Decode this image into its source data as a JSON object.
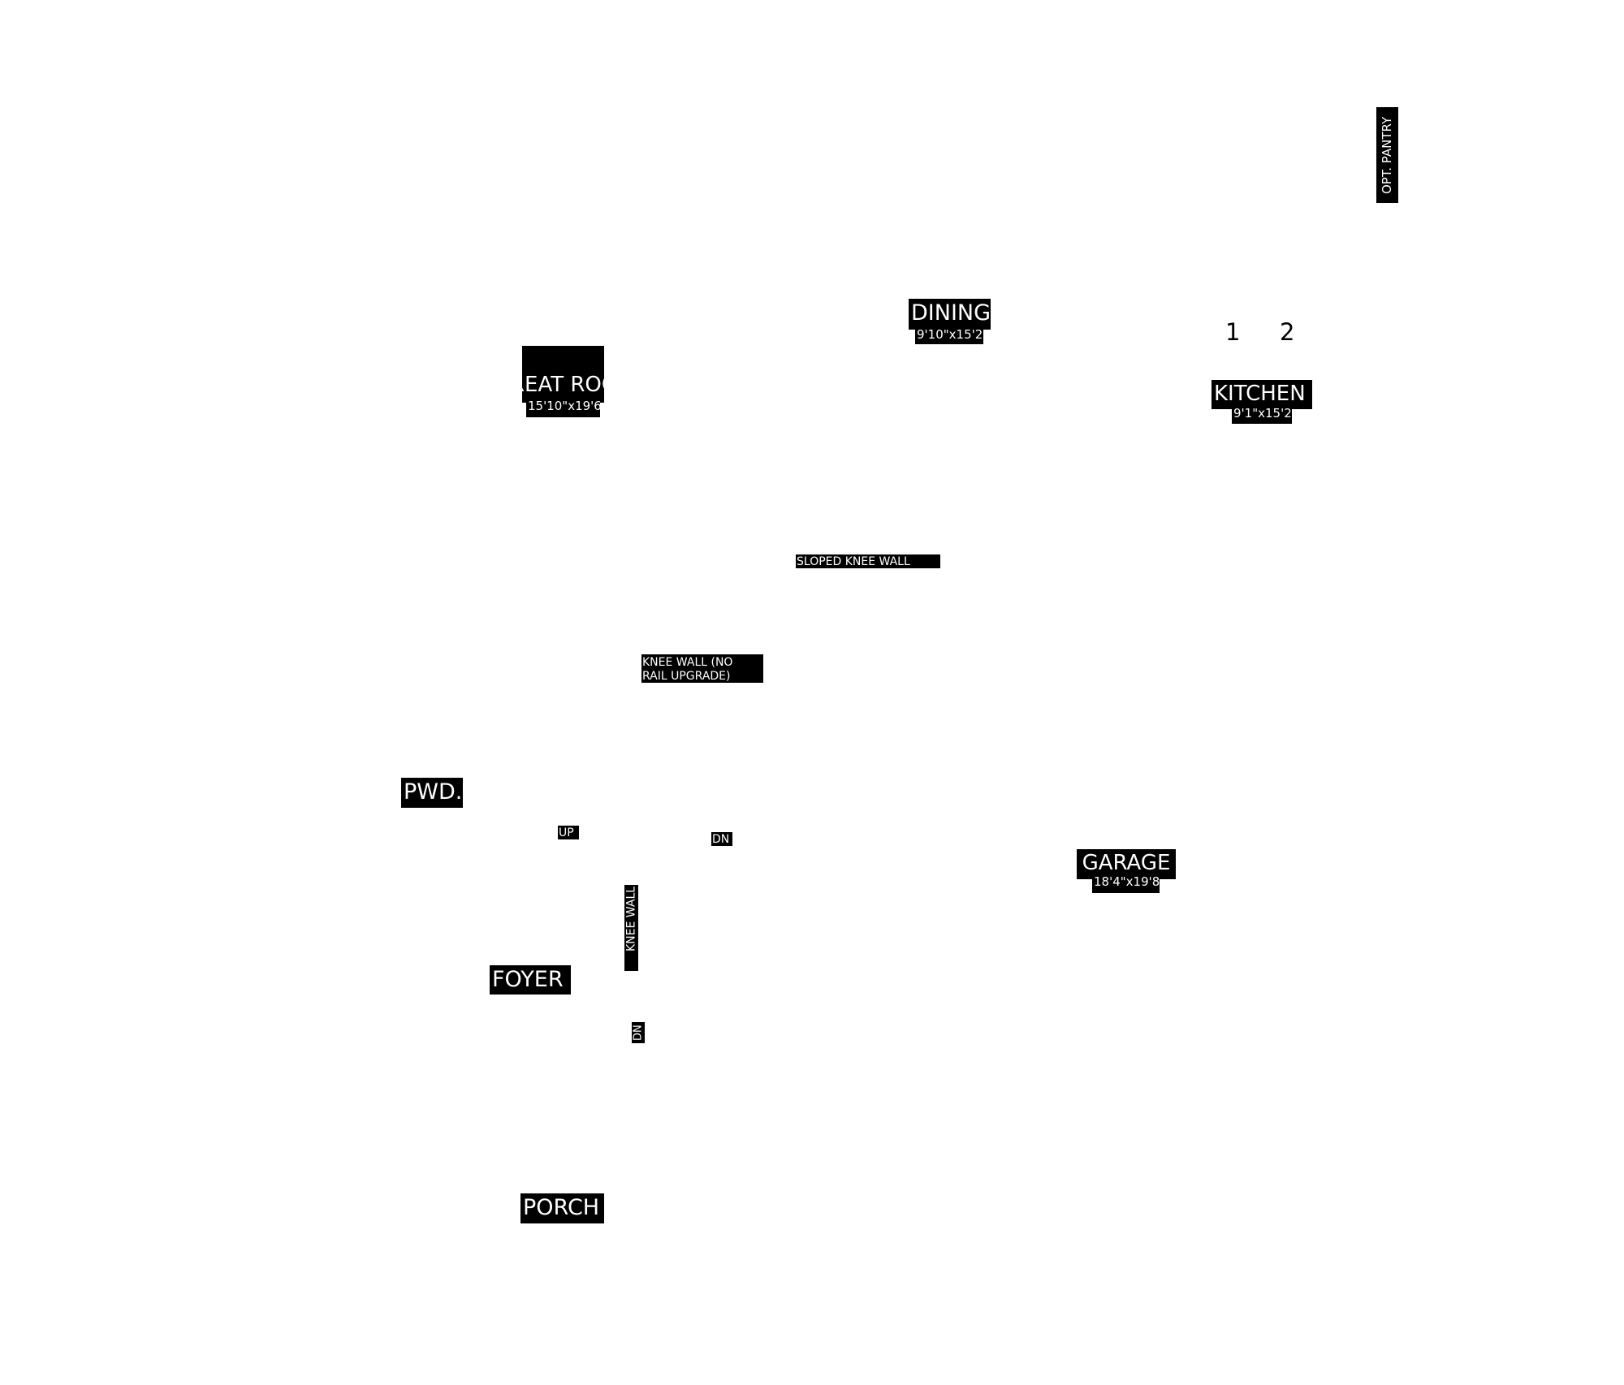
{
  "rooms": {
    "great_room": {
      "name": "REAT ROC",
      "dim": "15'10\"x19'6\""
    },
    "dining": {
      "name": "DINING",
      "dim": "9'10\"x15'2\""
    },
    "kitchen": {
      "name": "KITCHEN",
      "dim": "9'1\"x15'2\""
    },
    "garage": {
      "name": "GARAGE",
      "dim": "18'4\"x19'8\""
    },
    "powder": {
      "name": "PWD."
    },
    "foyer": {
      "name": "FOYER"
    },
    "porch": {
      "name": "PORCH"
    }
  },
  "notes": {
    "opt_pantry": "OPT. PANTRY",
    "sloped_knee_wall": "SLOPED KNEE WALL",
    "knee_wall_line1": "KNEE WALL (NO",
    "knee_wall_line2": "RAIL UPGRADE)",
    "stair_up": "UP",
    "stair_dn_1": "DN",
    "knee_wall_vertical": "KNEE WALL",
    "stair_dn_2": "DN"
  },
  "markers": {
    "one": "1",
    "two": "2"
  }
}
